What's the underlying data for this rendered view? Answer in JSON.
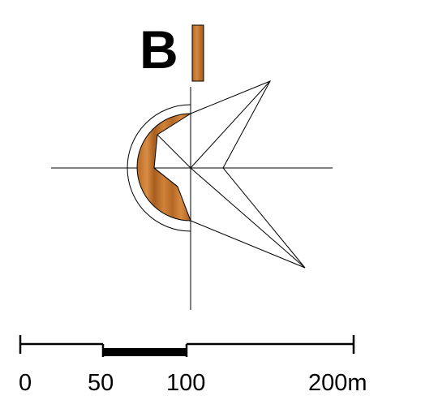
{
  "figure": {
    "label": "B",
    "colors": {
      "line": "#000000",
      "wood_fill": "#c9782f",
      "wood_grain_dark": "#a85e20",
      "wood_grain_light": "#d98d44",
      "background": "#ffffff"
    }
  },
  "scale_bar": {
    "labels": [
      "0",
      "50",
      "100",
      "200m"
    ]
  }
}
